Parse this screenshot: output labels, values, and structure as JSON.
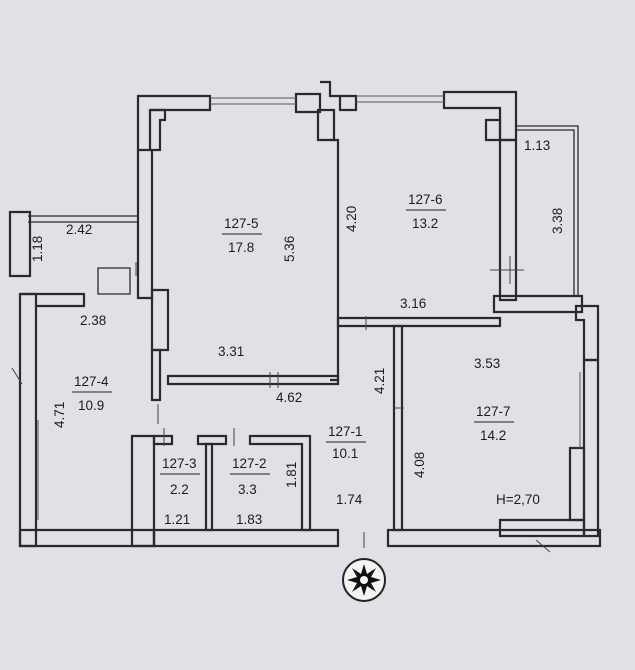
{
  "rooms": [
    {
      "id": "127-5",
      "area": "17.8"
    },
    {
      "id": "127-6",
      "area": "13.2"
    },
    {
      "id": "127-4",
      "area": "10.9"
    },
    {
      "id": "127-1",
      "area": "10.1"
    },
    {
      "id": "127-7",
      "area": "14.2"
    },
    {
      "id": "127-3",
      "area": "2.2"
    },
    {
      "id": "127-2",
      "area": "3.3"
    }
  ],
  "dimensions": {
    "d_2_42": "2.42",
    "d_1_18": "1.18",
    "d_2_38": "2.38",
    "d_4_71": "4.71",
    "d_5_36": "5.36",
    "d_3_31": "3.31",
    "d_4_62": "4.62",
    "d_4_20": "4.20",
    "d_3_16": "3.16",
    "d_1_13": "1.13",
    "d_3_38": "3.38",
    "d_4_21": "4.21",
    "d_3_53": "3.53",
    "d_4_08": "4.08",
    "d_1_81": "1.81",
    "d_1_74": "1.74",
    "d_1_21": "1.21",
    "d_1_83": "1.83"
  },
  "ceiling_height": "H=2,70",
  "icons": {
    "compass": "north-star-icon"
  }
}
